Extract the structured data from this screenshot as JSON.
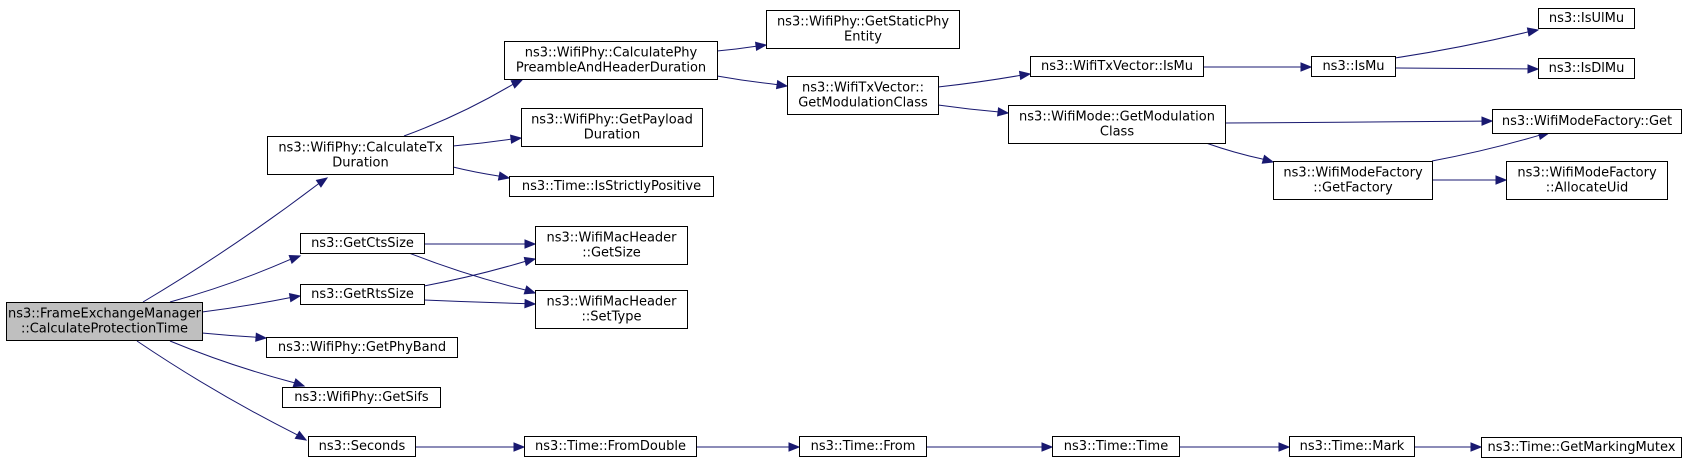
{
  "nodes": {
    "n_calc_protection": [
      "ns3::FrameExchangeManager",
      "::CalculateProtectionTime"
    ],
    "n_calc_tx_duration": [
      "ns3::WifiPhy::CalculateTx",
      "Duration"
    ],
    "n_get_cts_size": [
      "ns3::GetCtsSize"
    ],
    "n_get_rts_size": [
      "ns3::GetRtsSize"
    ],
    "n_get_phy_band": [
      "ns3::WifiPhy::GetPhyBand"
    ],
    "n_get_sifs": [
      "ns3::WifiPhy::GetSifs"
    ],
    "n_seconds": [
      "ns3::Seconds"
    ],
    "n_calc_preamble": [
      "ns3::WifiPhy::CalculatePhy",
      "PreambleAndHeaderDuration"
    ],
    "n_get_payload_duration": [
      "ns3::WifiPhy::GetPayload",
      "Duration"
    ],
    "n_is_strictly_positive": [
      "ns3::Time::IsStrictlyPositive"
    ],
    "n_mac_header_get_size": [
      "ns3::WifiMacHeader",
      "::GetSize"
    ],
    "n_mac_header_set_type": [
      "ns3::WifiMacHeader",
      "::SetType"
    ],
    "n_time_from_double": [
      "ns3::Time::FromDouble"
    ],
    "n_get_static_phy_entity": [
      "ns3::WifiPhy::GetStaticPhy",
      "Entity"
    ],
    "n_txvector_get_mod_class": [
      "ns3::WifiTxVector::",
      "GetModulationClass"
    ],
    "n_time_from": [
      "ns3::Time::From"
    ],
    "n_txvector_is_mu": [
      "ns3::WifiTxVector::IsMu"
    ],
    "n_mode_get_mod_class": [
      "ns3::WifiMode::GetModulation",
      "Class"
    ],
    "n_time_time": [
      "ns3::Time::Time"
    ],
    "n_is_mu": [
      "ns3::IsMu"
    ],
    "n_mode_factory_get_factory": [
      "ns3::WifiModeFactory",
      "::GetFactory"
    ],
    "n_time_mark": [
      "ns3::Time::Mark"
    ],
    "n_is_ul_mu": [
      "ns3::IsUlMu"
    ],
    "n_is_dl_mu": [
      "ns3::IsDlMu"
    ],
    "n_mode_factory_get": [
      "ns3::WifiModeFactory::Get"
    ],
    "n_mode_factory_allocate_uid": [
      "ns3::WifiModeFactory",
      "::AllocateUid"
    ],
    "n_time_get_marking_mutex": [
      "ns3::Time::GetMarkingMutex"
    ]
  },
  "edges": [
    [
      "n_calc_protection",
      "n_calc_tx_duration"
    ],
    [
      "n_calc_protection",
      "n_get_cts_size"
    ],
    [
      "n_calc_protection",
      "n_get_rts_size"
    ],
    [
      "n_calc_protection",
      "n_get_phy_band"
    ],
    [
      "n_calc_protection",
      "n_get_sifs"
    ],
    [
      "n_calc_protection",
      "n_seconds"
    ],
    [
      "n_calc_tx_duration",
      "n_calc_preamble"
    ],
    [
      "n_calc_tx_duration",
      "n_get_payload_duration"
    ],
    [
      "n_calc_tx_duration",
      "n_is_strictly_positive"
    ],
    [
      "n_calc_preamble",
      "n_get_static_phy_entity"
    ],
    [
      "n_calc_preamble",
      "n_txvector_get_mod_class"
    ],
    [
      "n_txvector_get_mod_class",
      "n_txvector_is_mu"
    ],
    [
      "n_txvector_get_mod_class",
      "n_mode_get_mod_class"
    ],
    [
      "n_txvector_is_mu",
      "n_is_mu"
    ],
    [
      "n_is_mu",
      "n_is_ul_mu"
    ],
    [
      "n_is_mu",
      "n_is_dl_mu"
    ],
    [
      "n_mode_get_mod_class",
      "n_mode_factory_get"
    ],
    [
      "n_mode_get_mod_class",
      "n_mode_factory_get_factory"
    ],
    [
      "n_mode_factory_get_factory",
      "n_mode_factory_get"
    ],
    [
      "n_mode_factory_get_factory",
      "n_mode_factory_allocate_uid"
    ],
    [
      "n_get_cts_size",
      "n_mac_header_get_size"
    ],
    [
      "n_get_cts_size",
      "n_mac_header_set_type"
    ],
    [
      "n_get_rts_size",
      "n_mac_header_get_size"
    ],
    [
      "n_get_rts_size",
      "n_mac_header_set_type"
    ],
    [
      "n_seconds",
      "n_time_from_double"
    ],
    [
      "n_time_from_double",
      "n_time_from"
    ],
    [
      "n_time_from",
      "n_time_time"
    ],
    [
      "n_time_time",
      "n_time_mark"
    ],
    [
      "n_time_mark",
      "n_time_get_marking_mutex"
    ]
  ]
}
